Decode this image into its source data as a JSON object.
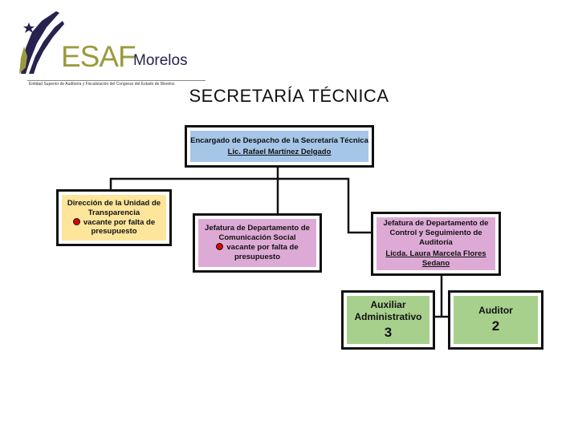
{
  "header": {
    "brand": "ESAF",
    "brand_region": "Morelos",
    "subtitle": "Entidad Superior de Auditoría y Fiscalización del Congreso del Estado de Morelos",
    "title": "SECRETARÍA TÉCNICA"
  },
  "colors": {
    "blue_box": "#a6c6e8",
    "yellow_box": "#fde59c",
    "pink_box": "#ddaad6",
    "green_box": "#a8d08d",
    "vacancy_dot": "#e00000",
    "logo_gold": "#9c9a3f",
    "logo_navy": "#27234f"
  },
  "org": {
    "root": {
      "role": "Encargado de Despacho de la Secretaría Técnica",
      "name": "Lic. Rafael Martínez Delgado"
    },
    "transparencia": {
      "role": "Dirección de la Unidad de Transparencia",
      "status": "vacante por falta de presupuesto"
    },
    "comunicacion": {
      "role": "Jefatura de Departamento de Comunicación Social",
      "status": "vacante por falta de presupuesto"
    },
    "control": {
      "role": "Jefatura de Departamento de Control y Seguimiento de Auditoría",
      "name": "Licda. Laura Marcela Flores Sedano"
    },
    "auxiliar": {
      "role": "Auxiliar Administrativo",
      "count": "3"
    },
    "auditor": {
      "role": "Auditor",
      "count": "2"
    }
  }
}
